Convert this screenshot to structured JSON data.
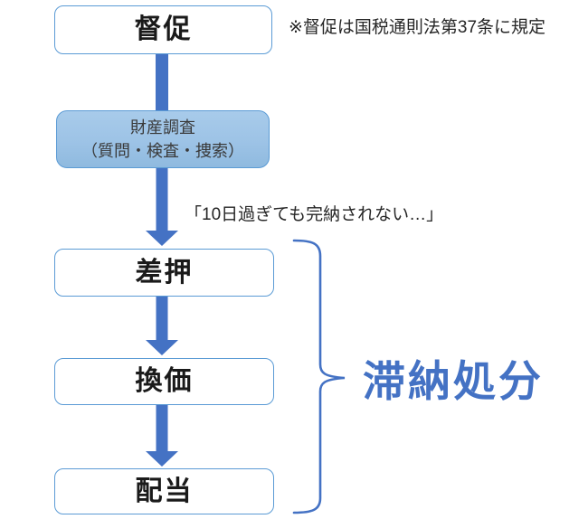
{
  "diagram": {
    "title_note": "※督促は国税通則法第37条に規定",
    "condition_note": "「10日過ぎても完納されない…」",
    "group_label": "滞納処分",
    "steps": [
      {
        "label": "督促"
      },
      {
        "label": "財産調査",
        "sublabel": "（質問・検査・捜索）"
      },
      {
        "label": "差押"
      },
      {
        "label": "換価"
      },
      {
        "label": "配当"
      }
    ],
    "colors": {
      "accent": "#4472C4",
      "box_border": "#5B9BD5",
      "investigation_fill": "#9DC3E6",
      "text": "#262626"
    }
  }
}
